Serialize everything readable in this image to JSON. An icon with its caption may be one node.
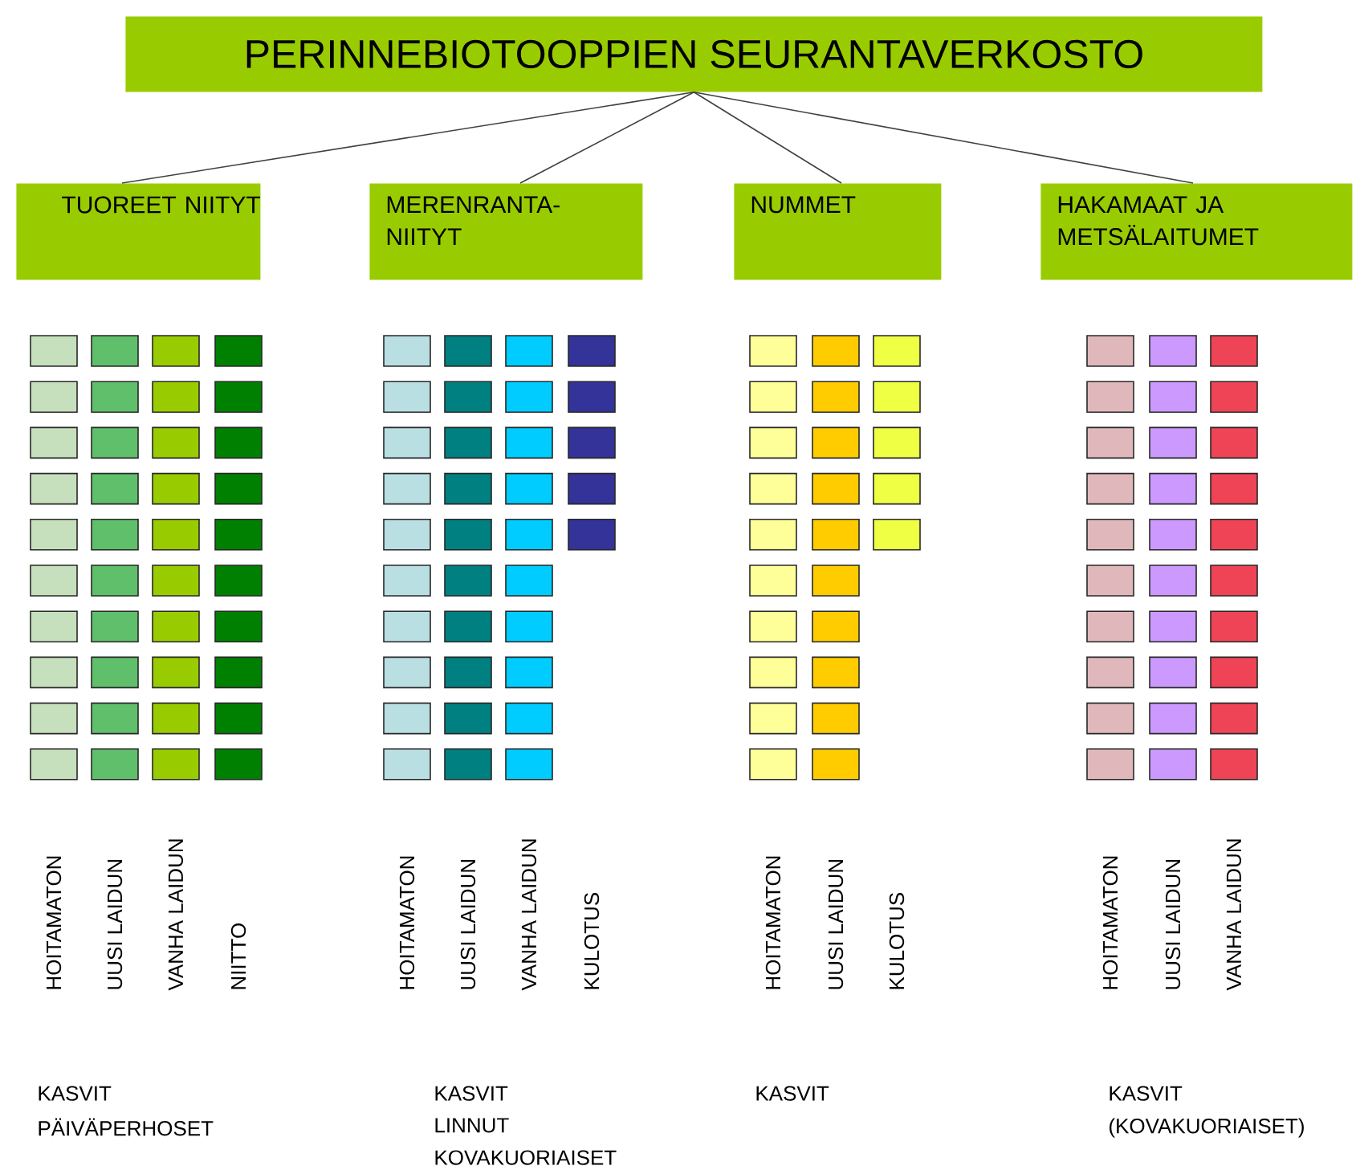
{
  "diagram": {
    "nodes": [
      {
        "text": [
          "PERINNEBIOTOOPPIEN SEURANTAVERKOSTO"
        ]
      },
      {
        "text": [
          "TUOREET NIITYT"
        ]
      },
      {
        "text": [
          "MERENRANTA- NIITYT"
        ]
      },
      {
        "text": [
          "NUMMET"
        ]
      },
      {
        "text": [
          "HAKAMAAT JA METSÄLAITUMET"
        ]
      }
    ],
    "edges": [
      {
        "from": 0,
        "to": 1,
        "arrow": "none"
      },
      {
        "from": 0,
        "to": 2,
        "arrow": "none"
      },
      {
        "from": 0,
        "to": 3,
        "arrow": "none"
      },
      {
        "from": 0,
        "to": 4,
        "arrow": "none"
      }
    ],
    "labels": [
      "HOITAMATON",
      "UUSI LAIDUN",
      "VANHA LAIDUN",
      "NIITTO",
      "HOITAMATON",
      "UUSI LAIDUN",
      "VANHA LAIDUN",
      "KULOTUS",
      "HOITAMATON",
      "UUSI LAIDUN",
      "KULOTUS",
      "HOITAMATON",
      "UUSI LAIDUN",
      "VANHA LAIDUN",
      "KASVIT",
      "PÄIVÄPERHOSET",
      "KASVIT",
      "LINNUT",
      "KOVAKUORIAISET",
      "KASVIT",
      "KASVIT",
      "(KOVAKUORIAISET)"
    ]
  }
}
